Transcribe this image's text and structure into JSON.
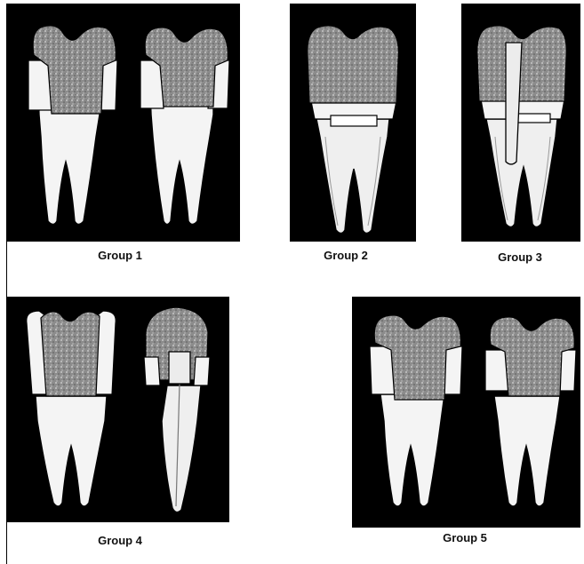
{
  "groups": [
    {
      "label": "Group 1"
    },
    {
      "label": "Group 2"
    },
    {
      "label": "Group 3"
    },
    {
      "label": "Group 4"
    },
    {
      "label": "Group 5"
    }
  ],
  "colors": {
    "background": "#000000",
    "tooth": "#f4f4f4",
    "restoration": "#8a8a8a",
    "post": "#ececec"
  }
}
